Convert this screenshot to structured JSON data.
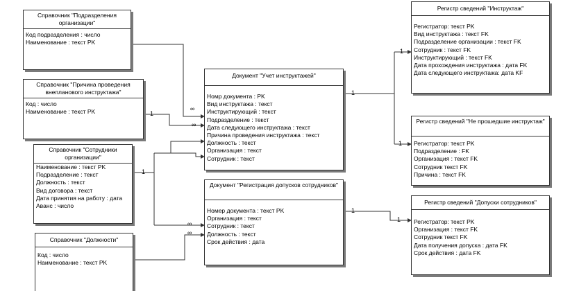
{
  "entities": {
    "sprav_podr": {
      "title": "Справочник \"Подразделения организации\"",
      "fields": [
        "Код подразделения : число",
        "Наименование : текст PK"
      ]
    },
    "sprav_prich": {
      "title": "Справочник \"Причина проведения внепланового инструктажа\"",
      "fields": [
        "Код  : число",
        "Наименование : текст PK"
      ]
    },
    "sprav_sotr": {
      "title": "Справочник \"Сотрудники организации\"",
      "fields": [
        "Наименование : текст PK",
        "Подразделение : текст",
        "Должность : текст",
        "Вид договора : текст",
        "Дата принятия на работу : дата",
        "Аванс : число"
      ]
    },
    "sprav_dolzh": {
      "title": "Справочник \"Должности\"",
      "fields": [
        "Код  : число",
        "Наименование : текст PK"
      ]
    },
    "doc_uchet": {
      "title": "Документ \"Учет инструктажей\"",
      "fields": [
        "Номр документа : PK",
        "Вид инструктажа : текст",
        "Инструктирующий : текст",
        "Подразделение : текст",
        "Дата следующего инструктажа : текст",
        "Причина проведения инструктажа : текст",
        "Должность : текст",
        "Организация : текст",
        "Сотрудник : текст"
      ]
    },
    "doc_reg": {
      "title": "Документ \"Регистрация допусков сотрудников\"",
      "fields": [
        "Номер документа : текст PK",
        "Организация : текст",
        "Сотрудник : текст",
        "Должность : текст",
        "Срок действия : дата"
      ]
    },
    "reg_instr": {
      "title": "Регистр сведений \"Инструктаж\"",
      "fields": [
        "Регистратор: текст PK",
        "Вид инструктажа : текст FK",
        "Подразделение организации : текст FK",
        "Сотрудник : текст FK",
        "Инструктирующий : текст FK",
        "Дата прохождения инструктажа : дата FK",
        "Дата следующего инструктажа: дата KF"
      ]
    },
    "reg_nepr": {
      "title": "Регистр сведений \"Не прошедшие инструктаж\"",
      "fields": [
        "Регистратор: текст PK",
        "Подразделение : FK",
        "Организация : текст FK",
        "Сотрудник текст FK",
        "Причина : текст FK"
      ]
    },
    "reg_dop": {
      "title": "Регистр сведений \"Допуски сотрудников\"",
      "fields": [
        "Регистратор: текст PK",
        "Организация : текст FK",
        "Сотрудник текст FK",
        "Дата получения допуска : дата FK",
        "Срок действия : дата FK"
      ]
    }
  },
  "relations": {
    "one": "1",
    "many": "∞"
  }
}
